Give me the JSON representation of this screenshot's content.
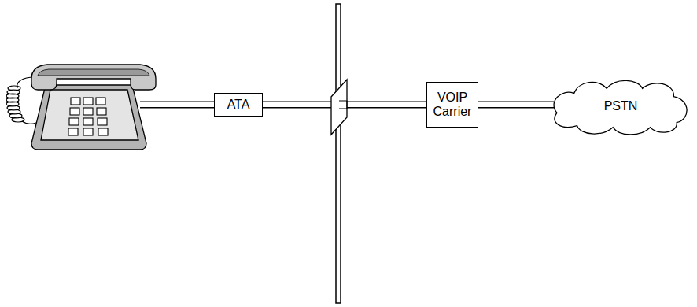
{
  "diagram": {
    "nodes": [
      {
        "text": [
          "ATA"
        ]
      },
      {
        "text": [
          "VOIP Carrier"
        ]
      },
      {
        "text": [
          "PSTN"
        ]
      }
    ],
    "edges": [
      {
        "from": 0,
        "to": 1,
        "arrow": "none"
      },
      {
        "from": 1,
        "to": 2,
        "arrow": "none"
      }
    ]
  }
}
